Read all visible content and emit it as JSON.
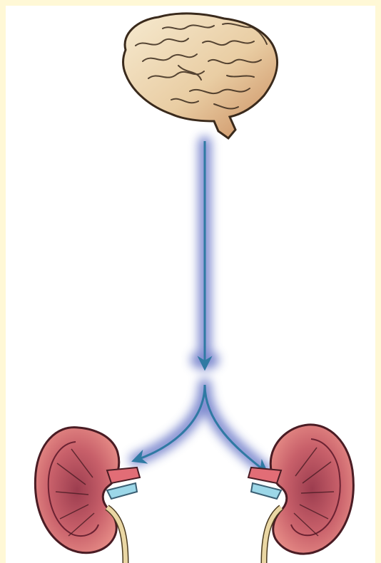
{
  "figure": {
    "nodes": [
      {
        "id": "brain",
        "icon": "brain-icon"
      },
      {
        "id": "kidney-left",
        "icon": "kidney-icon"
      },
      {
        "id": "kidney-right",
        "icon": "kidney-icon"
      }
    ],
    "edges": [
      {
        "from": "brain",
        "to": "kidney-left"
      },
      {
        "from": "brain",
        "to": "kidney-right"
      }
    ]
  },
  "colors": {
    "page_background": "#fff8d6",
    "panel_background": "#ffffff",
    "arrow": "#2f7aa3",
    "arrow_glow": "#6a78c8",
    "brain_light": "#f2e3c4",
    "brain_dark": "#c98a5c",
    "kidney_outer": "#e2827c",
    "kidney_inner": "#b44a5a",
    "ureter": "#ead7a4",
    "vessel_blue": "#9cd7e8"
  }
}
